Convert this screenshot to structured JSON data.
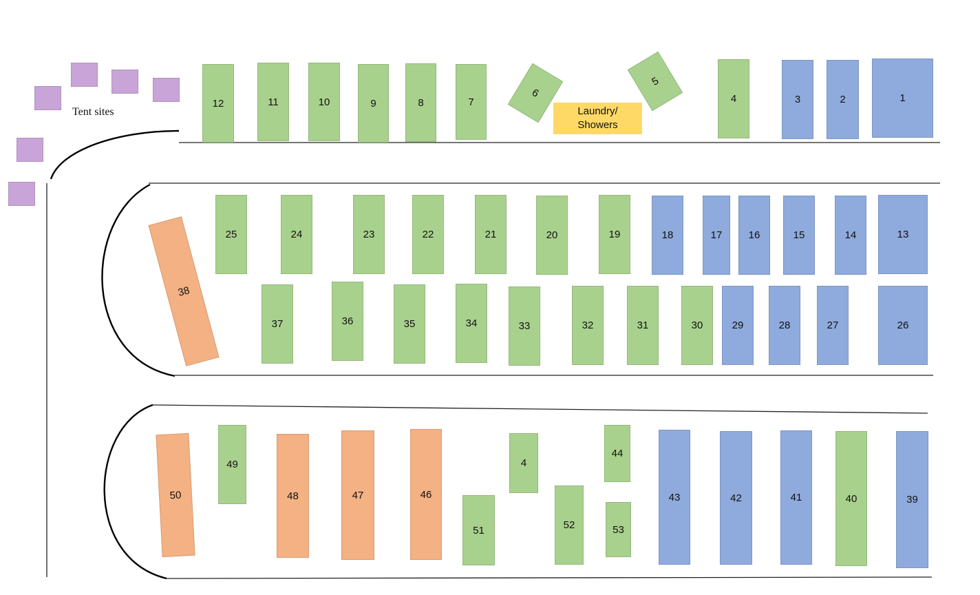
{
  "colors": {
    "standard": "#a9d18e",
    "premium": "#8faadc",
    "large": "#f4b183",
    "tent": "#c9a4d8",
    "facility": "#ffd966",
    "road": "#222222"
  },
  "labels": {
    "tent_sites": "Tent sites"
  },
  "facility": {
    "name": "Laundry/\nShowers"
  },
  "tent_site_count": 6,
  "row1": [
    "12",
    "11",
    "10",
    "9",
    "8",
    "7",
    "6",
    "5",
    "4",
    "3",
    "2",
    "1"
  ],
  "row2": [
    "38",
    "25",
    "24",
    "23",
    "22",
    "21",
    "20",
    "19",
    "18",
    "17",
    "16",
    "15",
    "14",
    "13"
  ],
  "row3": [
    "37",
    "36",
    "35",
    "34",
    "33",
    "32",
    "31",
    "30",
    "29",
    "28",
    "27",
    "26"
  ],
  "row4": [
    "50",
    "49",
    "48",
    "47",
    "46",
    "51",
    "4",
    "52",
    "44",
    "53",
    "43",
    "42",
    "41",
    "40",
    "39"
  ]
}
